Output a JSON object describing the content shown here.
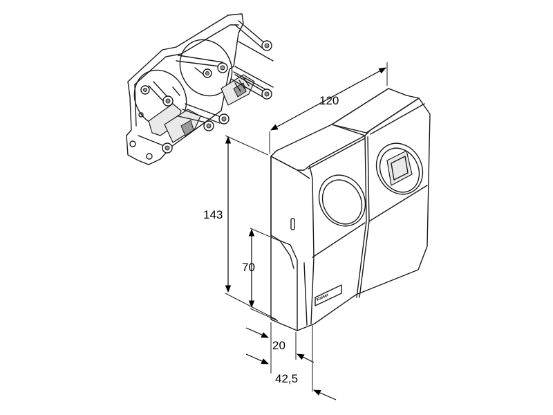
{
  "dimensions": {
    "width": "120",
    "height": "143",
    "lower_height": "70",
    "base_depth": "20",
    "total_depth": "42,5"
  },
  "brand_mark": "Kaiser"
}
